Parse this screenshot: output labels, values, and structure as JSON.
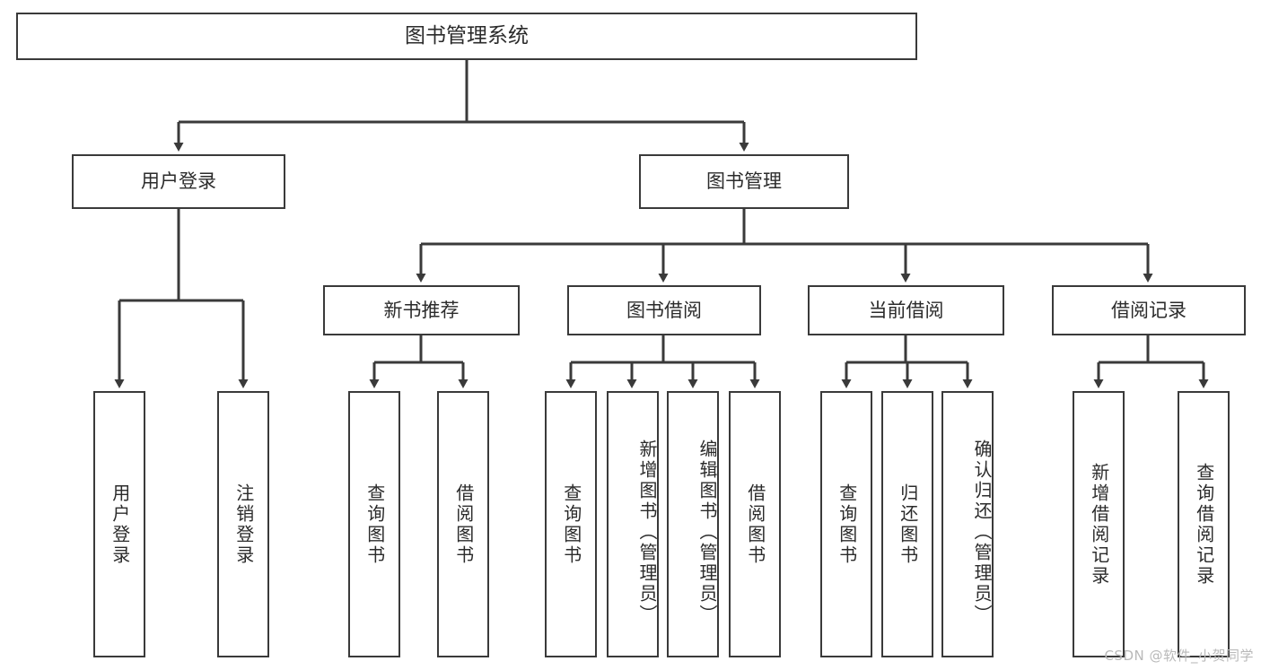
{
  "diagram": {
    "type": "tree-hierarchy-flowchart",
    "background_color": "#ffffff",
    "box_border_color": "#3a3a3a",
    "connector_color": "#3a3a3a",
    "text_color": "#2b2b2b",
    "root": {
      "id": "root",
      "label": "图书管理系统"
    },
    "level1": [
      {
        "id": "user-login",
        "label": "用户登录"
      },
      {
        "id": "book-management",
        "label": "图书管理"
      }
    ],
    "level2": [
      {
        "id": "new-book-recommend",
        "label": "新书推荐",
        "parent": "book-management"
      },
      {
        "id": "book-borrow",
        "label": "图书借阅",
        "parent": "book-management"
      },
      {
        "id": "current-borrow",
        "label": "当前借阅",
        "parent": "book-management"
      },
      {
        "id": "borrow-record",
        "label": "借阅记录",
        "parent": "book-management"
      }
    ],
    "leaves": {
      "user_login": [
        {
          "id": "leaf-user-login",
          "label": "用户登录"
        },
        {
          "id": "leaf-logout-login",
          "label": "注销登录"
        }
      ],
      "new_book_recommend": [
        {
          "id": "leaf-query-book-1",
          "label": "查询图书"
        },
        {
          "id": "leaf-borrow-book-1",
          "label": "借阅图书"
        }
      ],
      "book_borrow": [
        {
          "id": "leaf-query-book-2",
          "label": "查询图书"
        },
        {
          "id": "leaf-add-book",
          "label": "新增图书（管理员）"
        },
        {
          "id": "leaf-edit-book",
          "label": "编辑图书（管理员）"
        },
        {
          "id": "leaf-borrow-book-2",
          "label": "借阅图书"
        }
      ],
      "current_borrow": [
        {
          "id": "leaf-query-book-3",
          "label": "查询图书"
        },
        {
          "id": "leaf-return-book",
          "label": "归还图书"
        },
        {
          "id": "leaf-confirm-return",
          "label": "确认归还（管理员）"
        }
      ],
      "borrow_record": [
        {
          "id": "leaf-add-record",
          "label": "新增借阅记录"
        },
        {
          "id": "leaf-query-record",
          "label": "查询借阅记录"
        }
      ]
    }
  },
  "watermark": {
    "text": "CSDN @软件_小贺同学"
  }
}
